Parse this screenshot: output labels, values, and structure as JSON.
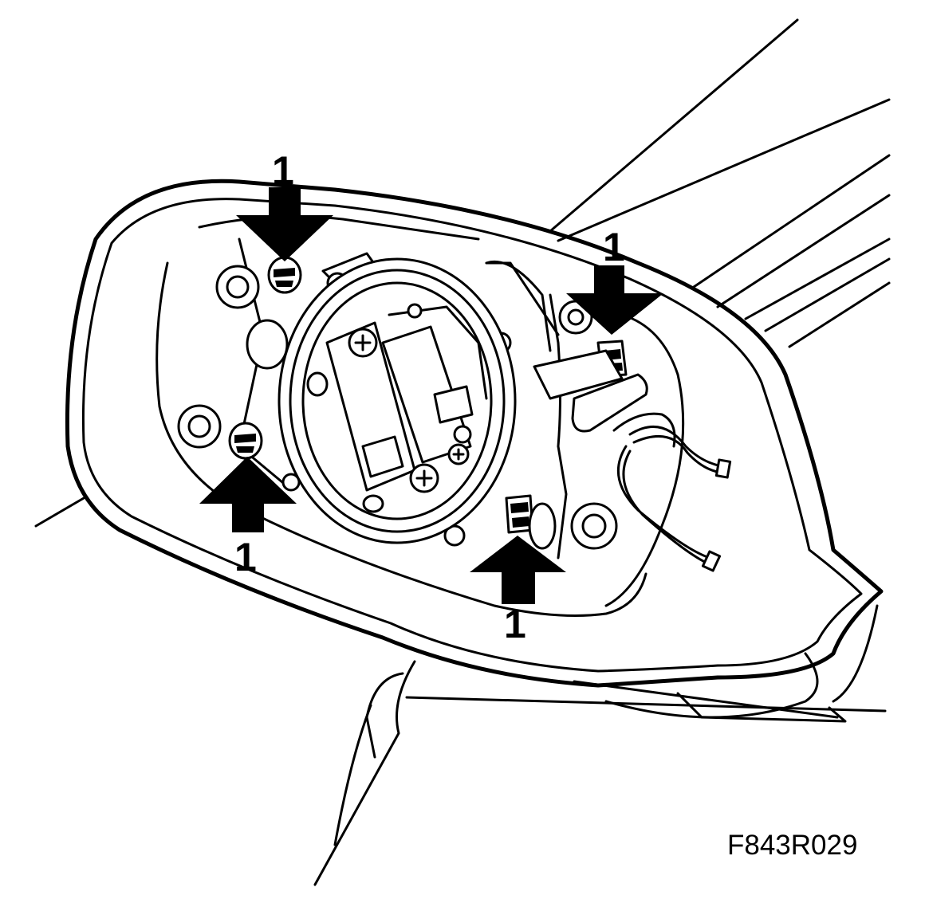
{
  "figure": {
    "code": "F843R029"
  },
  "callouts": [
    {
      "id": "top-left",
      "label": "1",
      "direction": "down"
    },
    {
      "id": "top-right",
      "label": "1",
      "direction": "down"
    },
    {
      "id": "bottom-left",
      "label": "1",
      "direction": "up"
    },
    {
      "id": "bottom-right",
      "label": "1",
      "direction": "up"
    }
  ],
  "colors": {
    "line": "#000000",
    "background": "#ffffff"
  },
  "icons": {
    "arrow": "solid-block-arrow"
  }
}
